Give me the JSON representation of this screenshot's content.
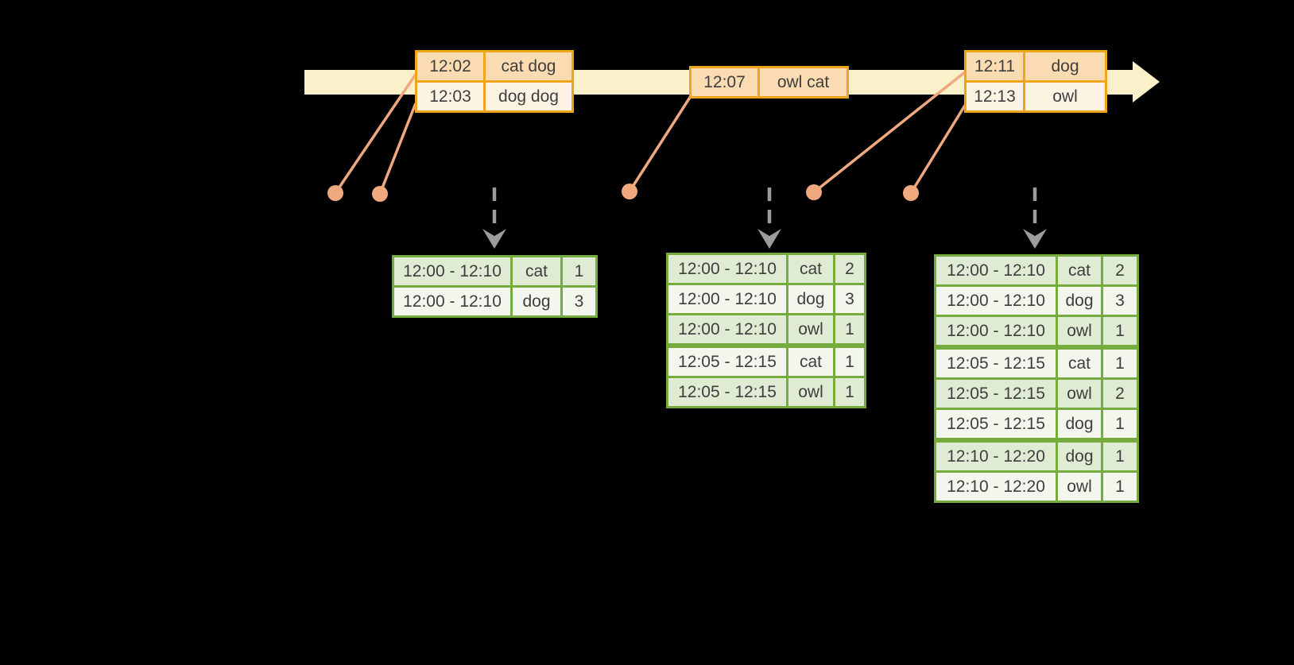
{
  "colors": {
    "background": "#000000",
    "timeline_fill": "#FAF0C9",
    "event_border": "#F0A41C",
    "event_row_dark": "#FBDBB1",
    "event_row_light": "#FDF3E3",
    "marker": "#F0A87E",
    "trigger_gray": "#9C9C9C",
    "result_border": "#76AC3E",
    "result_row_green": "#DFEBD2",
    "result_row_light": "#F2F6EC",
    "text": "#3E3E3E"
  },
  "event_tables": [
    {
      "rows": [
        {
          "time": "12:02",
          "words": "cat dog"
        },
        {
          "time": "12:03",
          "words": "dog dog"
        }
      ]
    },
    {
      "rows": [
        {
          "time": "12:07",
          "words": "owl cat"
        }
      ]
    },
    {
      "rows": [
        {
          "time": "12:11",
          "words": "dog"
        },
        {
          "time": "12:13",
          "words": "owl"
        }
      ]
    }
  ],
  "result_tables": [
    {
      "rows": [
        {
          "window": "12:00 - 12:10",
          "word": "cat",
          "count": "1"
        },
        {
          "window": "12:00 - 12:10",
          "word": "dog",
          "count": "3"
        }
      ]
    },
    {
      "rows": [
        {
          "window": "12:00 - 12:10",
          "word": "cat",
          "count": "2"
        },
        {
          "window": "12:00 - 12:10",
          "word": "dog",
          "count": "3"
        },
        {
          "window": "12:00 - 12:10",
          "word": "owl",
          "count": "1"
        },
        {
          "window": "12:05 - 12:15",
          "word": "cat",
          "count": "1"
        },
        {
          "window": "12:05 - 12:15",
          "word": "owl",
          "count": "1"
        }
      ]
    },
    {
      "rows": [
        {
          "window": "12:00 - 12:10",
          "word": "cat",
          "count": "2"
        },
        {
          "window": "12:00 - 12:10",
          "word": "dog",
          "count": "3"
        },
        {
          "window": "12:00 - 12:10",
          "word": "owl",
          "count": "1"
        },
        {
          "window": "12:05 - 12:15",
          "word": "cat",
          "count": "1"
        },
        {
          "window": "12:05 - 12:15",
          "word": "owl",
          "count": "2"
        },
        {
          "window": "12:05 - 12:15",
          "word": "dog",
          "count": "1"
        },
        {
          "window": "12:10 - 12:20",
          "word": "dog",
          "count": "1"
        },
        {
          "window": "12:10 - 12:20",
          "word": "owl",
          "count": "1"
        }
      ]
    }
  ]
}
